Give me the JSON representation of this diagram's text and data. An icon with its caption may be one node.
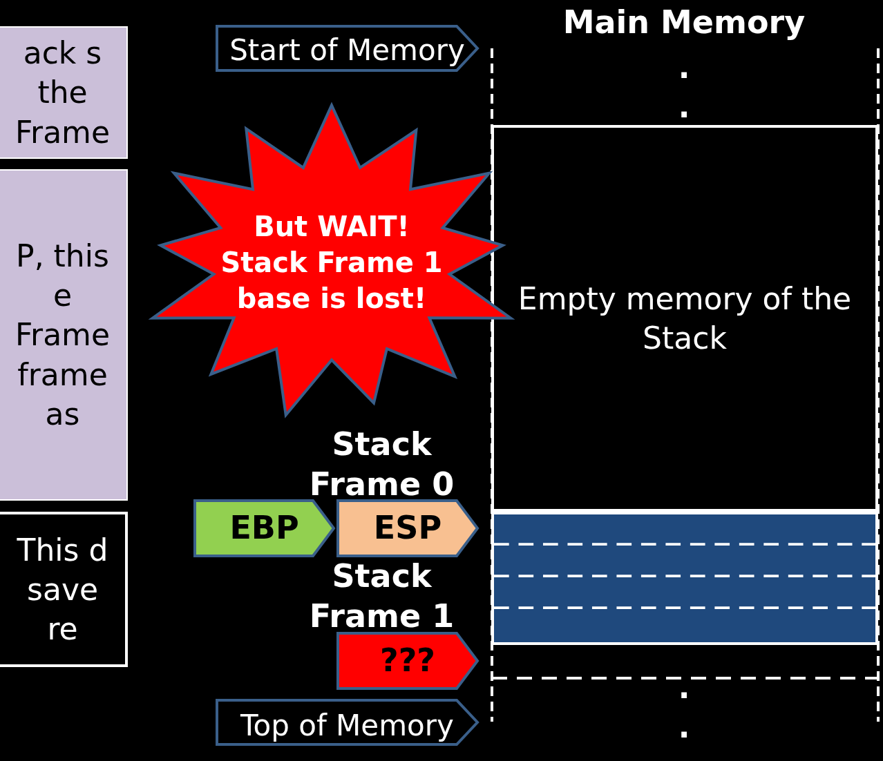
{
  "diagram": {
    "nodes": [
      {
        "text": [
          "ack s the Frame"
        ]
      },
      {
        "text": [
          "P, this e Frame frame as"
        ]
      },
      {
        "text": [
          "This d save re"
        ]
      },
      {
        "text": [
          "Start of Memory"
        ]
      },
      {
        "text": [
          "But WAIT!",
          "Stack Frame 1",
          "base is lost!"
        ]
      },
      {
        "text": [
          "EBP"
        ]
      },
      {
        "text": [
          "ESP"
        ]
      },
      {
        "text": [
          "???"
        ]
      },
      {
        "text": [
          "Top of Memory"
        ]
      },
      {
        "text": [
          "Empty memory of the Stack"
        ]
      },
      {
        "text": [],
        "shape": "box"
      }
    ],
    "edges": [],
    "labels": [
      "Main Memory",
      ".",
      ".",
      "Stack Frame 0",
      "Stack Frame 1",
      ".",
      "."
    ]
  }
}
